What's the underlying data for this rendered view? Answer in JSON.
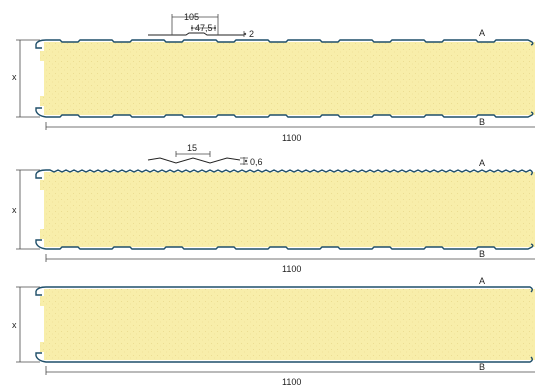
{
  "colors": {
    "core": "#f8eeaa",
    "core_dots": "#e6d586",
    "facing": "#1f4f6a",
    "dimension": "#4a4a4a",
    "label_a": "#f08a1c",
    "label_b": "#8a8a8a"
  },
  "panels": [
    {
      "profile": "micro-ribbed",
      "thickness_label": "x",
      "width_label": "1100",
      "side_a": "A",
      "side_b": "B",
      "detail": {
        "pitch": "105",
        "rib_width": "47,5",
        "rib_depth": "2"
      }
    },
    {
      "profile": "v-grooved",
      "thickness_label": "x",
      "width_label": "1100",
      "side_a": "A",
      "side_b": "B",
      "detail": {
        "pitch": "15",
        "rib_depth": "0,6"
      }
    },
    {
      "profile": "flat",
      "thickness_label": "x",
      "width_label": "1100",
      "side_a": "A",
      "side_b": "B"
    }
  ]
}
